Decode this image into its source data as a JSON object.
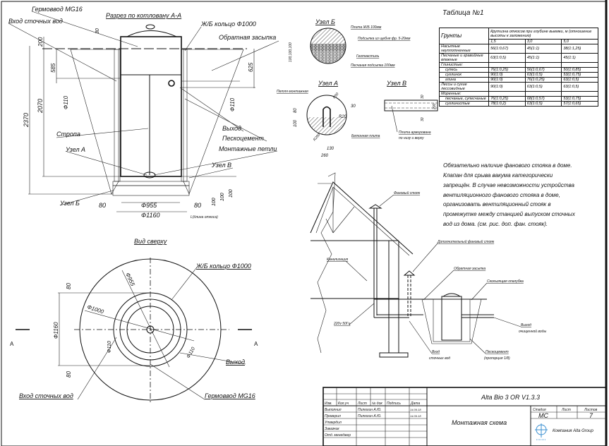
{
  "section": {
    "title": "Разрез по котловану А-А",
    "labels": {
      "germovvod": "Гермоввод MG16",
      "vhod": "Вход сточных вод",
      "ring": "Ж/Б кольцо Ф1000",
      "backfill": "Обратная засыпка",
      "stropa": "Стропа",
      "uzel_a": "Узел А",
      "uzel_b": "Узел Б",
      "uzel_v": "Узел В",
      "vyhod": "Выход",
      "peskocement": "Пескоцемент",
      "petli": "Монтажные петли"
    },
    "dims": {
      "d2370": "2370",
      "d2070": "2070",
      "d585": "585",
      "d200": "200",
      "d30": "30",
      "d625": "625",
      "d110_left": "Ф110",
      "d110_right": "Ф110",
      "d80_left": "80",
      "d80_right": "80",
      "d955": "Ф955",
      "d1160": "Ф1160",
      "d100a": "100",
      "d100b": "100",
      "d100c": "100",
      "l_label": "L(длина откоса)"
    }
  },
  "node_b": {
    "title": "Узел Б",
    "labels": [
      "Плита Ж/Б 100мм",
      "Подсыпка из щебня фр. 5-20мм",
      "Геотекстиль",
      "Песчаная подсыпка 100мм"
    ],
    "dims": "100,100,100"
  },
  "node_a": {
    "title": "Узел А",
    "labels": {
      "loop": "Петля монтажная",
      "slab": "Бетонная плита"
    },
    "dims": {
      "d80": "80",
      "d100": "100",
      "d30": "30",
      "r20": "R20",
      "r50": "R50",
      "d130": "130",
      "d260": "260",
      "r250": "R250"
    }
  },
  "node_v": {
    "title": "Узел В",
    "labels": {
      "slab": "Плита армирована",
      "slab2": "по низу и верху"
    },
    "dims": {
      "d30a": "30",
      "d200": "200",
      "d30b": "30"
    }
  },
  "soil_table": {
    "title": "Таблица №1",
    "header_soil": "Грунты",
    "header_slope": "Крутизна откосов при глубине выемки, м (отношение высоты к заложению)",
    "depths": [
      "1,5",
      "3,0",
      "5,0"
    ],
    "rows": [
      {
        "soil": "Насыпные неуплотненные",
        "values": [
          "56(1:0,67)",
          "45(1:1)",
          "38(1:1,25)"
        ],
        "indent": false
      },
      {
        "soil": "Песчаные и гравийные влажные",
        "values": [
          "63(1:0,5)",
          "45(1:1)",
          "45(1:1)"
        ],
        "indent": false
      },
      {
        "soil": "Глинистые:",
        "values": [
          "",
          "",
          ""
        ],
        "indent": false
      },
      {
        "soil": "супесь",
        "values": [
          "76(1:0,25)",
          "56(1:0,67)",
          "50(1:0,85)"
        ],
        "indent": true
      },
      {
        "soil": "суглинок",
        "values": [
          "90(1:0)",
          "63(1:0,5)",
          "53(1:0,75)"
        ],
        "indent": true
      },
      {
        "soil": "глина",
        "values": [
          "90(1:0)",
          "76(1:0,25)",
          "63(1:0,5)"
        ],
        "indent": true
      },
      {
        "soil": "Лессы и сухие лессовидные",
        "values": [
          "90(1:0)",
          "63(1:0,5)",
          "63(1:0,5)"
        ],
        "indent": false
      },
      {
        "soil": "Моренные:",
        "values": [
          "",
          "",
          ""
        ],
        "indent": false
      },
      {
        "soil": "песчаные, супесчаные",
        "values": [
          "76(1:0,25)",
          "68(1:0,57)",
          "53(1:0,75)"
        ],
        "indent": true
      },
      {
        "soil": "суглинистые",
        "values": [
          "78(1:0,2)",
          "63(1:0,5)",
          "57(1:0,65)"
        ],
        "indent": true
      }
    ]
  },
  "note": [
    "Обязательно наличие фанового стояка в доме.",
    "Клапан для срыва вакума категорически",
    "запрещён. В случае невозможности устройства",
    "вентиляционного фанового стояка в доме,",
    "организовать вентиляционный стояк в",
    "промежутке между станцией выпуском сточных",
    "вод из дома. (см. рис. доп. фан. стояк)."
  ],
  "house": {
    "labels": {
      "fan": "Фановый стояк",
      "extra_fan": "Дополнительный фановый стояк",
      "kanal": "Канализация",
      "backfill": "Обратная засыпка",
      "formwork": "Скользящая опалубка",
      "power": "220v 50Гц",
      "vhod1": "Вход",
      "vhod2": "сточных вод",
      "peskocement": "Пескоцемент",
      "proportion": "(пропорция 1/8)",
      "vyhod1": "Выход",
      "vyhod2": "очищенной воды"
    }
  },
  "top_view": {
    "title": "Вид сверху",
    "labels": {
      "ring": "Ж/Б кольцо Ф1000",
      "vyhod": "Выход",
      "vhod": "Вход сточных вод",
      "germovvod": "Гермоввод MG16",
      "section_a_left": "А",
      "section_a_right": "А"
    },
    "dims": {
      "d955": "Ф955",
      "d1000": "Ф1000",
      "d1160": "Ф1160",
      "d80_top": "80",
      "d80_bottom": "80",
      "d110_left": "Ф110",
      "d110_right": "Ф110"
    }
  },
  "title_block": {
    "columns": [
      "Изм.",
      "Кол.уч",
      "Лист",
      "№ док",
      "Подпись",
      "Дата"
    ],
    "rows": [
      {
        "role": "Выполнил",
        "name": "Пилюгин А.Ю.",
        "date": "14.09.18"
      },
      {
        "role": "Проверил",
        "name": "Пилюгин А.Ю.",
        "date": "14.09.18"
      },
      {
        "role": "Утвердил",
        "name": "",
        "date": ""
      },
      {
        "role": "Заказчик",
        "name": "",
        "date": ""
      },
      {
        "role": "Отд. менеджер",
        "name": "",
        "date": ""
      }
    ],
    "product": "Alta Bio 3 OR V1.3.3",
    "drawing_name": "Монтажная схема",
    "stage_label": "Стадия",
    "sheet_label": "Лист",
    "sheets_label": "Листов",
    "stage": "МС",
    "sheet": "",
    "sheets": "7",
    "company": "Компания Alta Group"
  }
}
